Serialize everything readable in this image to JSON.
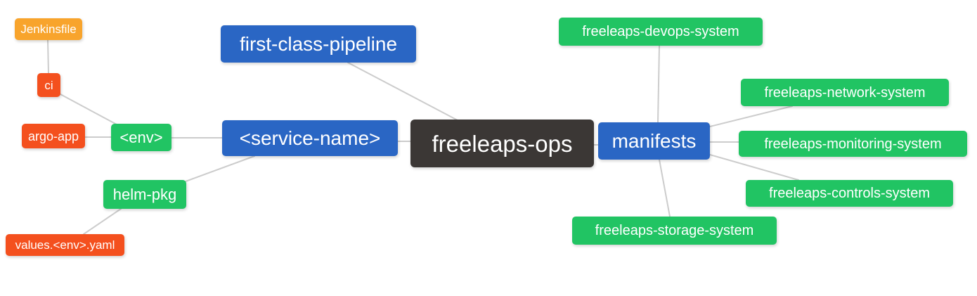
{
  "diagram": {
    "type": "mindmap",
    "root": "freeleaps-ops",
    "colors": {
      "blue": "#2A66C4",
      "green": "#21C463",
      "orange": "#F8A42C",
      "red": "#F4501E",
      "dark": "#3B3735",
      "edge": "#CCCCCC",
      "text": "#FFFFFF",
      "background": "#FFFFFF"
    },
    "nodes": {
      "jenkinsfile": {
        "label": "Jenkinsfile",
        "color": "orange"
      },
      "ci": {
        "label": "ci",
        "color": "red"
      },
      "argo_app": {
        "label": "argo-app",
        "color": "red"
      },
      "env": {
        "label": "<env>",
        "color": "green"
      },
      "helm_pkg": {
        "label": "helm-pkg",
        "color": "green"
      },
      "values_env_yaml": {
        "label": "values.<env>.yaml",
        "color": "red"
      },
      "first_class_pipeline": {
        "label": "first-class-pipeline",
        "color": "blue"
      },
      "service_name": {
        "label": "<service-name>",
        "color": "blue"
      },
      "freeleaps_ops": {
        "label": "freeleaps-ops",
        "color": "dark"
      },
      "manifests": {
        "label": "manifests",
        "color": "blue"
      },
      "devops_system": {
        "label": "freeleaps-devops-system",
        "color": "green"
      },
      "network_system": {
        "label": "freeleaps-network-system",
        "color": "green"
      },
      "monitoring_system": {
        "label": "freeleaps-monitoring-system",
        "color": "green"
      },
      "controls_system": {
        "label": "freeleaps-controls-system",
        "color": "green"
      },
      "storage_system": {
        "label": "freeleaps-storage-system",
        "color": "green"
      }
    },
    "edges": [
      [
        "jenkinsfile",
        "ci"
      ],
      [
        "ci",
        "env"
      ],
      [
        "argo_app",
        "env"
      ],
      [
        "env",
        "service_name"
      ],
      [
        "helm_pkg",
        "service_name"
      ],
      [
        "values_env_yaml",
        "helm_pkg"
      ],
      [
        "first_class_pipeline",
        "freeleaps_ops"
      ],
      [
        "service_name",
        "freeleaps_ops"
      ],
      [
        "freeleaps_ops",
        "manifests"
      ],
      [
        "manifests",
        "devops_system"
      ],
      [
        "manifests",
        "network_system"
      ],
      [
        "manifests",
        "monitoring_system"
      ],
      [
        "manifests",
        "controls_system"
      ],
      [
        "manifests",
        "storage_system"
      ]
    ]
  }
}
